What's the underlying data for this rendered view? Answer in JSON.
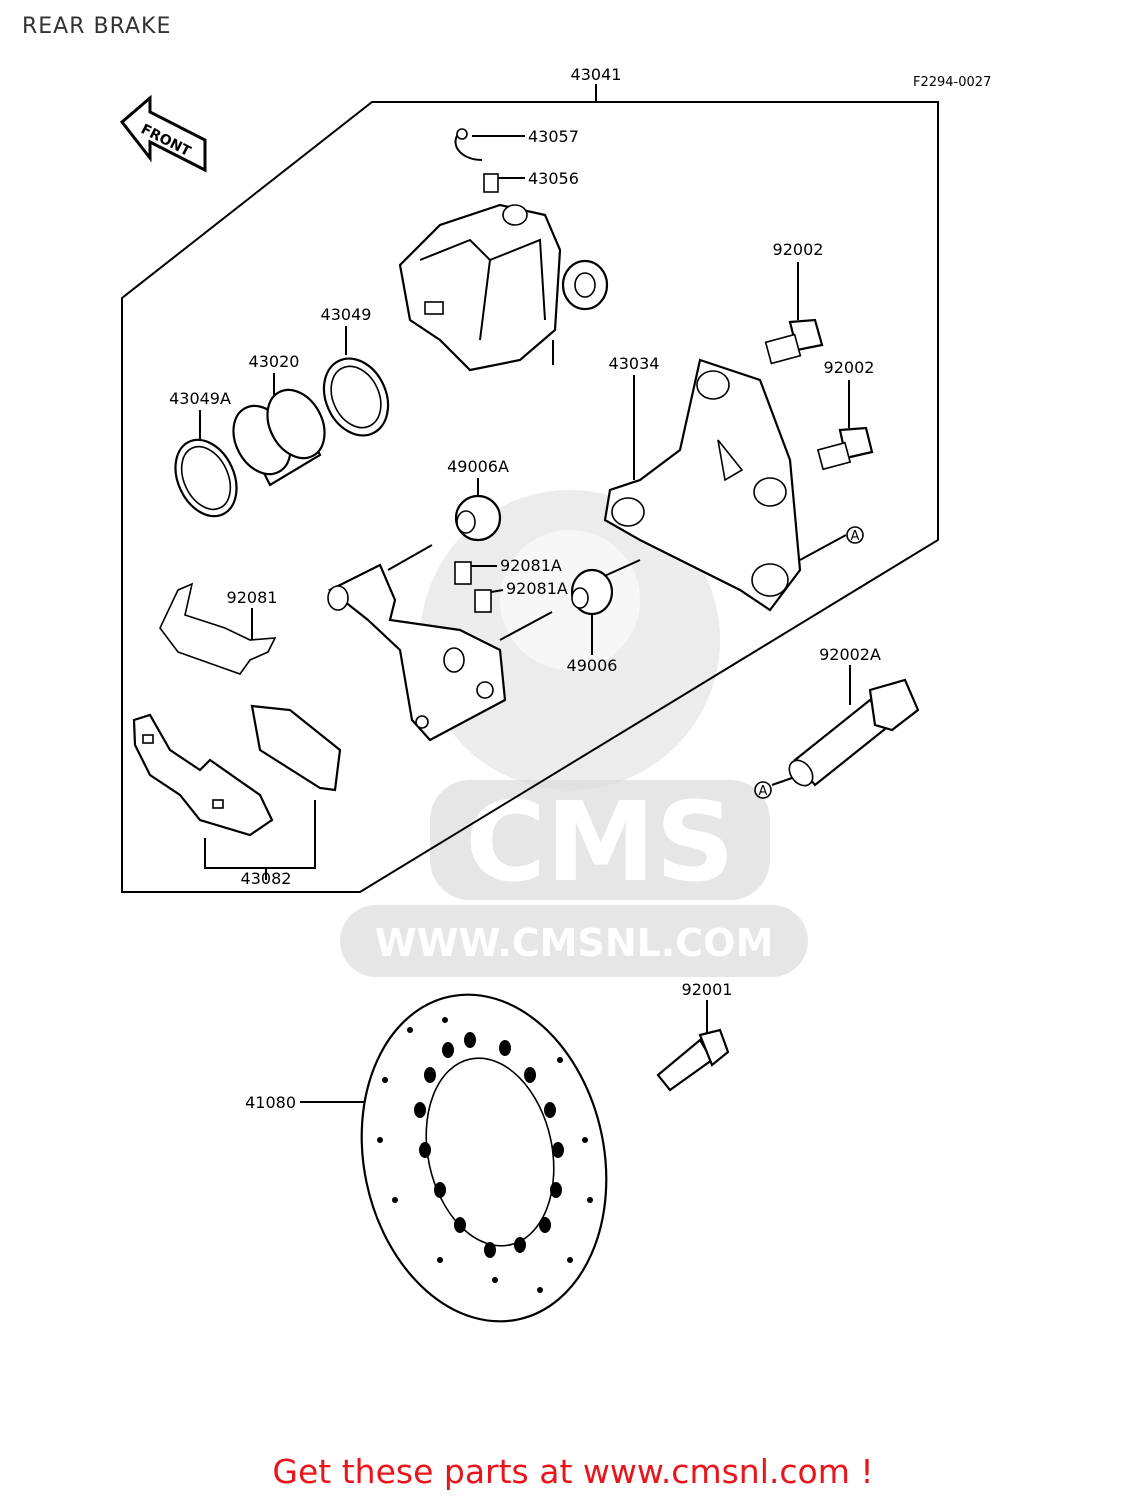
{
  "title": "REAR BRAKE",
  "figure_code": "F2294-0027",
  "front_arrow_text": "FRONT",
  "watermark": {
    "logo_text": "CMS",
    "url_text": "WWW.CMSNL.COM"
  },
  "part_labels": {
    "p43041": "43041",
    "p43057": "43057",
    "p43056": "43056",
    "p92002_top": "92002",
    "p92002_mid": "92002",
    "p43049": "43049",
    "p43020": "43020",
    "p43049A": "43049A",
    "p43034": "43034",
    "p49006A": "49006A",
    "p92081A_1": "92081A",
    "p92081A_2": "92081A",
    "p92081": "92081",
    "p49006": "49006",
    "p92002A": "92002A",
    "p43082": "43082",
    "p92001": "92001",
    "p41080": "41080",
    "ref_a": "A"
  },
  "footer_link": "Get these parts at www.cmsnl.com !",
  "colors": {
    "link": "#e8151b",
    "watermark": "#dcdcdc"
  }
}
